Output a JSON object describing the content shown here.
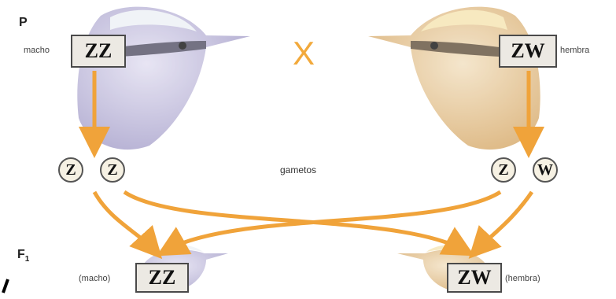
{
  "generation_p": "P",
  "generation_f1": "F",
  "generation_f1_sub": "1",
  "parents": {
    "male": {
      "label": "macho",
      "genotype": "ZZ"
    },
    "female": {
      "label": "hembra",
      "genotype": "ZW"
    },
    "cross_symbol": "X"
  },
  "gametes": {
    "label": "gametos",
    "male": [
      "Z",
      "Z"
    ],
    "female": [
      "Z",
      "W"
    ]
  },
  "offspring": {
    "male": {
      "label": "(macho)",
      "genotype": "ZZ"
    },
    "female": {
      "label": "(hembra)",
      "genotype": "ZW"
    }
  },
  "colors": {
    "arrow": "#f0a33a",
    "male_bird": "#b9b4d6",
    "female_bird": "#e3c08a",
    "box_fill": "#ece9e3"
  }
}
